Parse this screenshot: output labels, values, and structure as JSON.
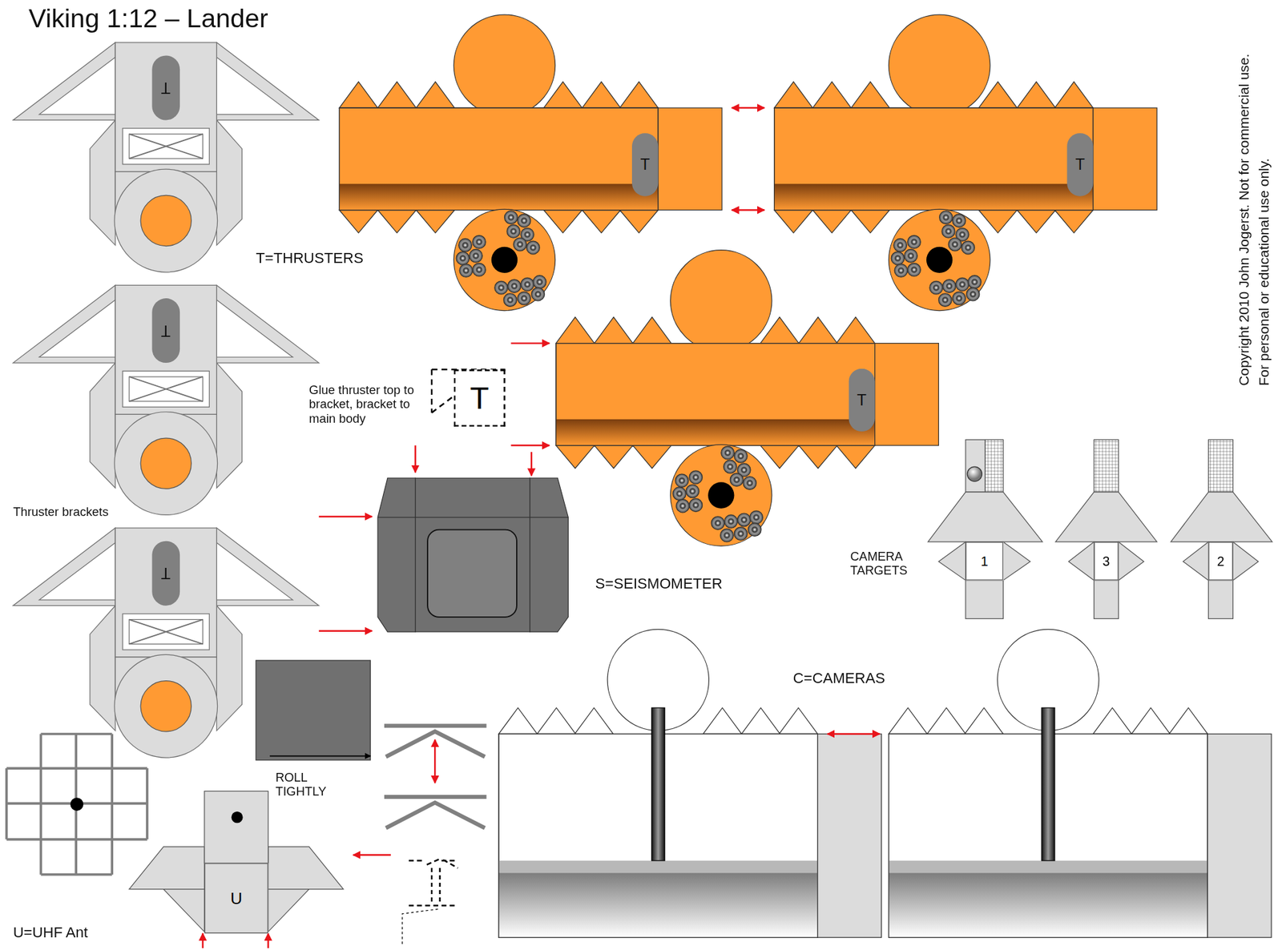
{
  "diagram": {
    "title": "Viking 1:12 – Lander",
    "nodes": [
      {
        "text": [
          "T"
        ]
      },
      {
        "text": [
          "T"
        ]
      },
      {
        "text": [
          "T"
        ]
      },
      {
        "text": [
          "T"
        ]
      },
      {
        "text": [
          "T"
        ]
      },
      {
        "text": [
          "T"
        ]
      },
      {
        "text": [
          "T"
        ]
      },
      {
        "text": [
          "1"
        ]
      },
      {
        "text": [
          "3"
        ]
      },
      {
        "text": [
          "2"
        ]
      },
      {
        "text": [
          "U"
        ]
      }
    ],
    "labels": [
      "T=THRUSTERS",
      "Glue thruster top to bracket, bracket to main body",
      "Thruster brackets",
      "S=SEISMOMETER",
      "CAMERA TARGETS",
      "C=CAMERAS",
      "ROLL TIGHTLY",
      "U=UHF Ant",
      "Copyright 2010 John Jogerst. Not for commercial use.",
      "For personal or educational use only."
    ]
  }
}
